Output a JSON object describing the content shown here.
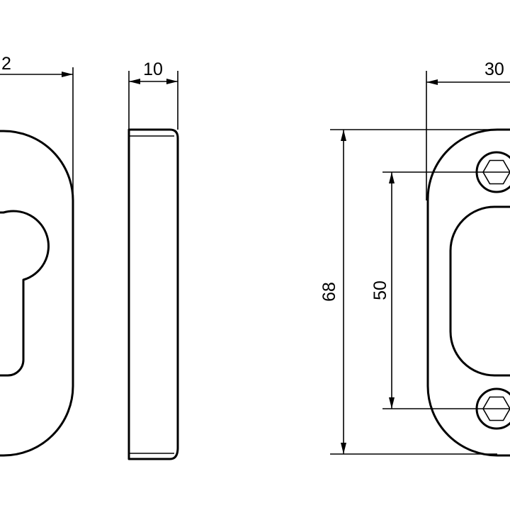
{
  "drawing": {
    "front_view": {
      "dimension_width_label": "2"
    },
    "side_view": {
      "dimension_thickness_label": "10"
    },
    "back_view": {
      "dimension_width_label": "30",
      "dimension_height_label": "68",
      "dimension_hole_spacing_label": "50"
    }
  }
}
